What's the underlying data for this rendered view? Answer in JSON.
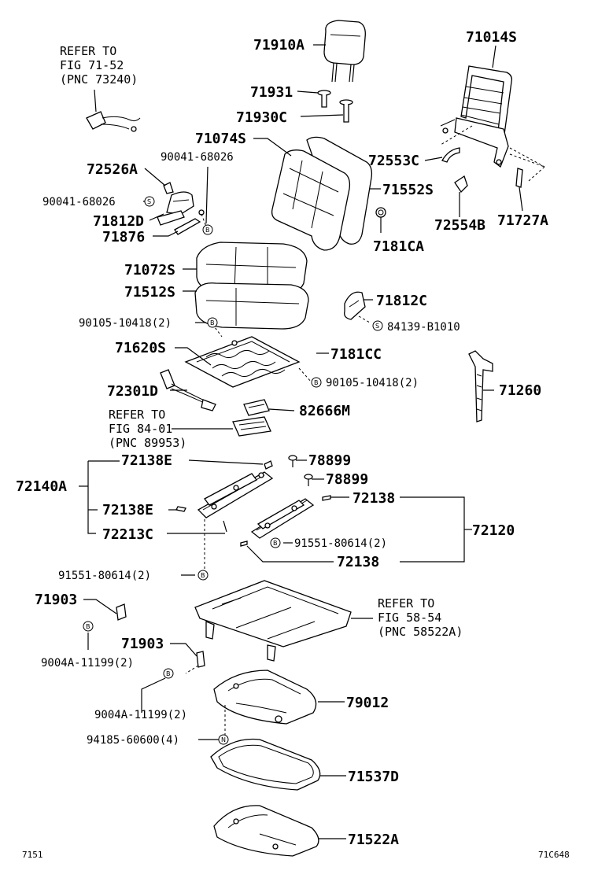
{
  "diagram": {
    "sheet_number": "7151",
    "figure_code": "71C648"
  },
  "refs": {
    "r1": [
      "REFER TO",
      "FIG 71-52",
      "(PNC 73240)"
    ],
    "r2": [
      "REFER TO",
      "FIG 84-01",
      "(PNC 89953)"
    ],
    "r3": [
      "REFER TO",
      "FIG 58-54",
      "(PNC 58522A)"
    ]
  },
  "parts": {
    "p71910A": "71910A",
    "p71931": "71931",
    "p71930C": "71930C",
    "p71074S": "71074S",
    "p71014S": "71014S",
    "p72553C": "72553C",
    "p71552S": "71552S",
    "p72554B": "72554B",
    "p71727A": "71727A",
    "p7181CA": "7181CA",
    "p72526A": "72526A",
    "p90041a": "90041-68026",
    "p90041b": "90041-68026",
    "p71812D": "71812D",
    "p71876": "71876",
    "p71072S": "71072S",
    "p71512S": "71512S",
    "p71812C": "71812C",
    "p84139": "84139-B1010",
    "p90105a": "90105-10418(2)",
    "p71620S": "71620S",
    "p7181CC": "7181CC",
    "p90105b": "90105-10418(2)",
    "p72301D": "72301D",
    "p71260": "71260",
    "p82666M": "82666M",
    "p72138E_a": "72138E",
    "p78899_a": "78899",
    "p72140A": "72140A",
    "p78899_b": "78899",
    "p72138_a": "72138",
    "p72138E_b": "72138E",
    "p72120": "72120",
    "p72213C": "72213C",
    "p91551a": "91551-80614(2)",
    "p72138_b": "72138",
    "p91551b": "91551-80614(2)",
    "p71903a": "71903",
    "p9004Aa": "9004A-11199(2)",
    "p71903b": "71903",
    "p9004Ab": "9004A-11199(2)",
    "p79012": "79012",
    "p94185": "94185-60600(4)",
    "p71537D": "71537D",
    "p71522A": "71522A"
  },
  "symbols": {
    "B": "B",
    "S": "S",
    "N": "N"
  }
}
